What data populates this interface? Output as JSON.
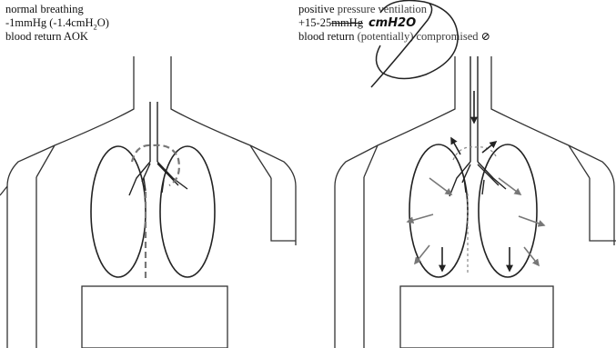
{
  "left_panel": {
    "line1": "normal breathing",
    "line2_prefix": "-1mmHg (-1.4cmH",
    "line2_sub": "2",
    "line2_suffix": "O)",
    "line3": "blood return AOK"
  },
  "right_panel": {
    "line1_bold": "positive",
    "line1_rest": " pressure ventilation",
    "line2_value": "+15-25",
    "line2_struck_unit": "mmHg",
    "line2_handwritten": "cmH2O",
    "line3_bold": "blood return",
    "line3_paren": " (potentially)",
    "line3_rest": " compromised",
    "line3_symbol": "⊘"
  },
  "colors": {
    "outline": "#333333",
    "dashed": "#777777",
    "arrow_gray": "#777777",
    "ink_scribble": "#222222"
  }
}
